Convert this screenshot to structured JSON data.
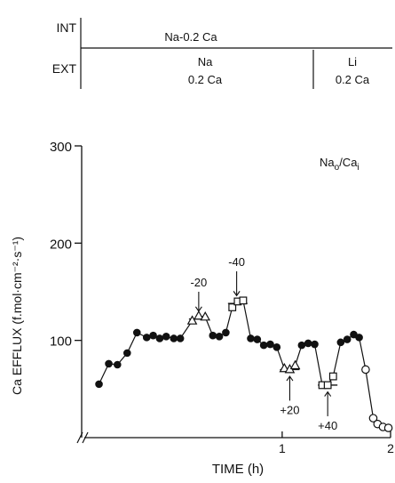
{
  "protocol": {
    "int_label": "INT",
    "ext_label": "EXT",
    "int_solution": "Na-0.2 Ca",
    "ext_solution_1_line1": "Na",
    "ext_solution_1_line2": "0.2 Ca",
    "ext_solution_2_line1": "Li",
    "ext_solution_2_line2": "0.2 Ca"
  },
  "chart_data": {
    "type": "scatter",
    "annotation": "Na_o/Ca_i",
    "annotation_main_1": "Na",
    "annotation_sub_1": "o",
    "annotation_slash": "/Ca",
    "annotation_sub_2": "i",
    "xlabel": "TIME (h)",
    "ylabel": "Ca EFFLUX (f.mol·cm⁻²·s⁻¹)",
    "xlim": [
      -0.85,
      2.0
    ],
    "ylim": [
      0,
      300
    ],
    "x_ticks": [
      1,
      2
    ],
    "x_tick_labels": [
      "1",
      "2"
    ],
    "y_ticks": [
      100,
      200,
      300
    ],
    "y_tick_labels": [
      "100",
      "200",
      "300"
    ],
    "x_axis_break": true,
    "series": [
      {
        "marker": "filled-circle",
        "points": [
          [
            -0.69,
            55
          ],
          [
            -0.6,
            76
          ],
          [
            -0.52,
            75
          ],
          [
            -0.43,
            87
          ],
          [
            -0.34,
            108
          ],
          [
            -0.25,
            103
          ],
          [
            -0.19,
            105
          ],
          [
            -0.13,
            102
          ],
          [
            -0.07,
            104
          ],
          [
            0.0,
            102
          ],
          [
            0.06,
            102
          ]
        ]
      },
      {
        "marker": "open-triangle",
        "points": [
          [
            0.17,
            120
          ],
          [
            0.23,
            125
          ],
          [
            0.29,
            124
          ]
        ]
      },
      {
        "marker": "filled-circle",
        "points": [
          [
            0.36,
            105
          ],
          [
            0.42,
            104
          ],
          [
            0.48,
            108
          ]
        ]
      },
      {
        "marker": "open-square",
        "points": [
          [
            0.54,
            134
          ],
          [
            0.59,
            140
          ],
          [
            0.64,
            141
          ]
        ]
      },
      {
        "marker": "filled-circle",
        "points": [
          [
            0.71,
            102
          ],
          [
            0.77,
            101
          ],
          [
            0.83,
            95
          ],
          [
            0.89,
            96
          ],
          [
            0.95,
            93
          ]
        ]
      },
      {
        "marker": "open-triangle",
        "points": [
          [
            1.02,
            71
          ],
          [
            1.07,
            70
          ],
          [
            1.12,
            74
          ]
        ]
      },
      {
        "marker": "filled-circle",
        "points": [
          [
            1.18,
            95
          ],
          [
            1.24,
            97
          ],
          [
            1.3,
            96
          ]
        ]
      },
      {
        "marker": "open-square",
        "points": [
          [
            1.37,
            54
          ],
          [
            1.42,
            54
          ],
          [
            1.47,
            63
          ]
        ]
      },
      {
        "marker": "filled-circle",
        "points": [
          [
            1.54,
            98
          ],
          [
            1.6,
            101
          ],
          [
            1.66,
            106
          ],
          [
            1.71,
            103
          ]
        ]
      },
      {
        "marker": "open-circle",
        "points": [
          [
            1.77,
            70
          ],
          [
            1.84,
            20
          ],
          [
            1.88,
            14
          ],
          [
            1.93,
            11
          ],
          [
            1.98,
            10
          ]
        ]
      }
    ],
    "mean_lines": [
      {
        "from": 0.14,
        "to": 0.32,
        "y": 122
      },
      {
        "from": 0.5,
        "to": 0.68,
        "y": 138
      },
      {
        "from": 0.98,
        "to": 1.16,
        "y": 70
      },
      {
        "from": 1.33,
        "to": 1.51,
        "y": 54
      },
      {
        "from": 1.93,
        "to": 2.0,
        "y": 10
      }
    ],
    "annotations": [
      {
        "label": "-20",
        "x": 0.23,
        "dir": "down",
        "y_from": 150,
        "y_to": 130
      },
      {
        "label": "-40",
        "x": 0.58,
        "dir": "down",
        "y_from": 171,
        "y_to": 146
      },
      {
        "label": "+20",
        "x": 1.07,
        "dir": "up",
        "y_from": 38,
        "y_to": 63
      },
      {
        "label": "+40",
        "x": 1.42,
        "dir": "up",
        "y_from": 22,
        "y_to": 47
      }
    ]
  }
}
